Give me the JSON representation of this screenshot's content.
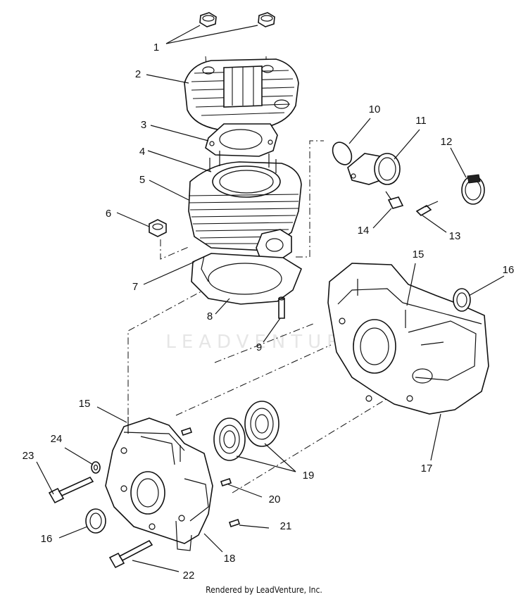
{
  "diagram": {
    "parts": [
      {
        "n": "1"
      },
      {
        "n": "2"
      },
      {
        "n": "3"
      },
      {
        "n": "4"
      },
      {
        "n": "5"
      },
      {
        "n": "6"
      },
      {
        "n": "7"
      },
      {
        "n": "8"
      },
      {
        "n": "9"
      },
      {
        "n": "10"
      },
      {
        "n": "11"
      },
      {
        "n": "12"
      },
      {
        "n": "13"
      },
      {
        "n": "14"
      },
      {
        "n": "15"
      },
      {
        "n": "16"
      },
      {
        "n": "17"
      },
      {
        "n": "15"
      },
      {
        "n": "16"
      },
      {
        "n": "18"
      },
      {
        "n": "19"
      },
      {
        "n": "20"
      },
      {
        "n": "21"
      },
      {
        "n": "22"
      },
      {
        "n": "23"
      },
      {
        "n": "24"
      }
    ],
    "watermark": "LEADVENTURE",
    "footer": "Rendered by LeadVenture, Inc."
  }
}
